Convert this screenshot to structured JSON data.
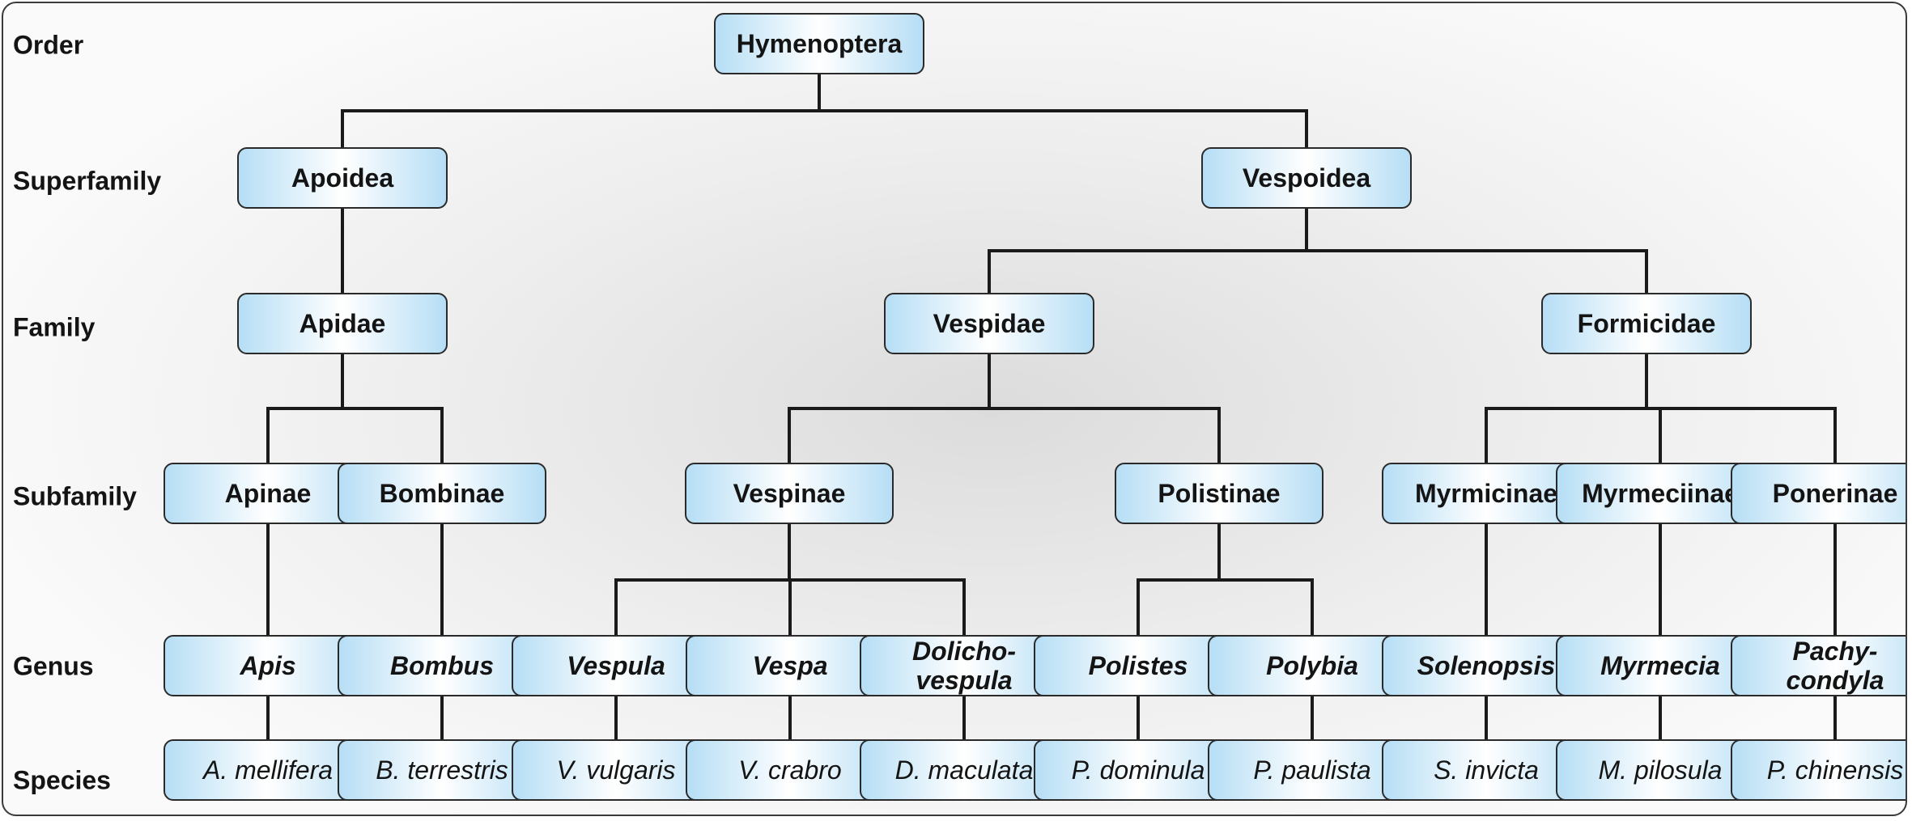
{
  "ranks": [
    {
      "id": "order",
      "label": "Order"
    },
    {
      "id": "superfamily",
      "label": "Superfamily"
    },
    {
      "id": "family",
      "label": "Family"
    },
    {
      "id": "subfamily",
      "label": "Subfamily"
    },
    {
      "id": "genus",
      "label": "Genus"
    },
    {
      "id": "species",
      "label": "Species"
    }
  ],
  "nodes": [
    {
      "id": "hymenoptera",
      "rank": "order",
      "label": "Hymenoptera"
    },
    {
      "id": "apoidea",
      "rank": "superfamily",
      "label": "Apoidea",
      "parent": "hymenoptera"
    },
    {
      "id": "vespoidea",
      "rank": "superfamily",
      "label": "Vespoidea",
      "parent": "hymenoptera"
    },
    {
      "id": "apidae",
      "rank": "family",
      "label": "Apidae",
      "parent": "apoidea"
    },
    {
      "id": "vespidae",
      "rank": "family",
      "label": "Vespidae",
      "parent": "vespoidea"
    },
    {
      "id": "formicidae",
      "rank": "family",
      "label": "Formicidae",
      "parent": "vespoidea"
    },
    {
      "id": "apinae",
      "rank": "subfamily",
      "label": "Apinae",
      "parent": "apidae"
    },
    {
      "id": "bombinae",
      "rank": "subfamily",
      "label": "Bombinae",
      "parent": "apidae"
    },
    {
      "id": "vespinae",
      "rank": "subfamily",
      "label": "Vespinae",
      "parent": "vespidae"
    },
    {
      "id": "polistinae",
      "rank": "subfamily",
      "label": "Polistinae",
      "parent": "vespidae"
    },
    {
      "id": "myrmicinae",
      "rank": "subfamily",
      "label": "Myrmicinae",
      "parent": "formicidae"
    },
    {
      "id": "myrmeciinae",
      "rank": "subfamily",
      "label": "Myrmeciinae",
      "parent": "formicidae"
    },
    {
      "id": "ponerinae",
      "rank": "subfamily",
      "label": "Ponerinae",
      "parent": "formicidae"
    },
    {
      "id": "apis",
      "rank": "genus",
      "label": "Apis",
      "parent": "apinae"
    },
    {
      "id": "bombus",
      "rank": "genus",
      "label": "Bombus",
      "parent": "bombinae"
    },
    {
      "id": "vespula",
      "rank": "genus",
      "label": "Vespula",
      "parent": "vespinae"
    },
    {
      "id": "vespa",
      "rank": "genus",
      "label": "Vespa",
      "parent": "vespinae"
    },
    {
      "id": "dolichovespula",
      "rank": "genus",
      "label": "Dolicho-\nvespula",
      "parent": "vespinae"
    },
    {
      "id": "polistes",
      "rank": "genus",
      "label": "Polistes",
      "parent": "polistinae"
    },
    {
      "id": "polybia",
      "rank": "genus",
      "label": "Polybia",
      "parent": "polistinae"
    },
    {
      "id": "solenopsis",
      "rank": "genus",
      "label": "Solenopsis",
      "parent": "myrmicinae"
    },
    {
      "id": "myrmecia",
      "rank": "genus",
      "label": "Myrmecia",
      "parent": "myrmeciinae"
    },
    {
      "id": "pachycondyla",
      "rank": "genus",
      "label": "Pachy-\ncondyla",
      "parent": "ponerinae"
    },
    {
      "id": "a-mellifera",
      "rank": "species",
      "label": "A. mellifera",
      "parent": "apis"
    },
    {
      "id": "b-terrestris",
      "rank": "species",
      "label": "B. terrestris",
      "parent": "bombus"
    },
    {
      "id": "v-vulgaris",
      "rank": "species",
      "label": "V. vulgaris",
      "parent": "vespula"
    },
    {
      "id": "v-crabro",
      "rank": "species",
      "label": "V. crabro",
      "parent": "vespa"
    },
    {
      "id": "d-maculata",
      "rank": "species",
      "label": "D. maculata",
      "parent": "dolichovespula"
    },
    {
      "id": "p-dominula",
      "rank": "species",
      "label": "P. dominula",
      "parent": "polistes"
    },
    {
      "id": "p-paulista",
      "rank": "species",
      "label": "P. paulista",
      "parent": "polybia"
    },
    {
      "id": "s-invicta",
      "rank": "species",
      "label": "S. invicta",
      "parent": "solenopsis"
    },
    {
      "id": "m-pilosula",
      "rank": "species",
      "label": "M. pilosula",
      "parent": "myrmecia"
    },
    {
      "id": "p-chinensis",
      "rank": "species",
      "label": "P. chinensis",
      "parent": "pachycondyla"
    }
  ],
  "colors": {
    "node_fill": "#b6def5",
    "line": "#1a1a1a",
    "text": "#141414"
  }
}
